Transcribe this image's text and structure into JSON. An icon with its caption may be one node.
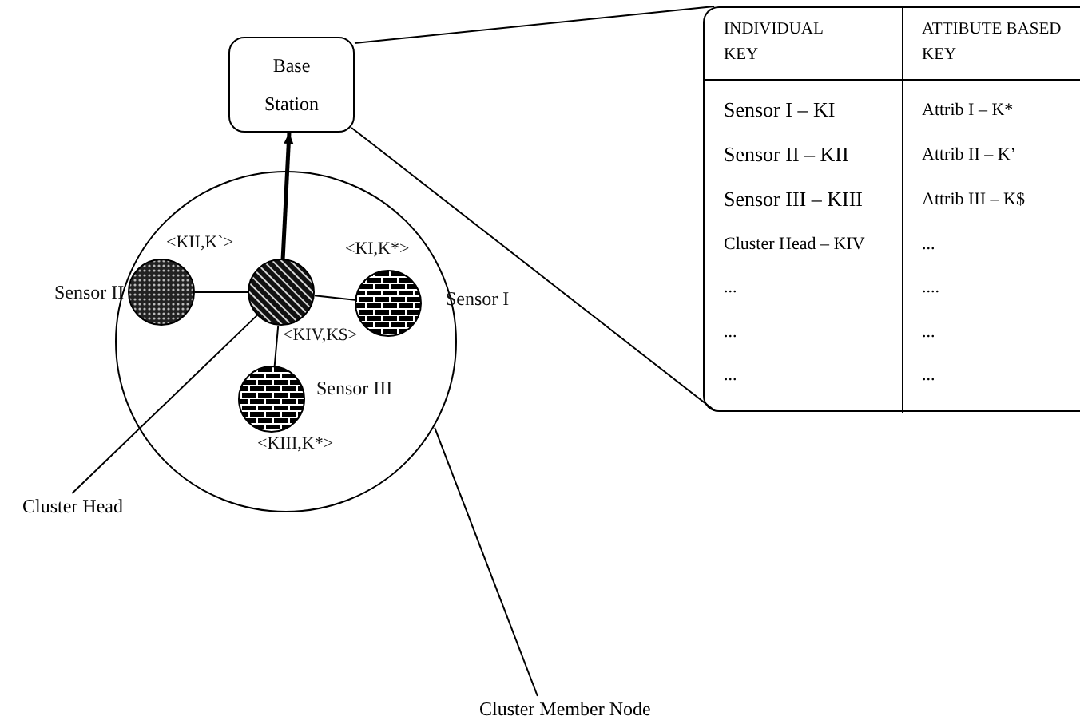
{
  "diagram": {
    "nodes": [
      {
        "text": [
          "Base Station"
        ]
      },
      {
        "text": [],
        "shape": "circle"
      },
      {
        "text": [],
        "shape": "circle",
        "in": 1,
        "beside": [
          "<KII,K`>",
          "Sensor II"
        ]
      },
      {
        "text": [],
        "shape": "circle",
        "in": 1,
        "beside": [
          "<KIV,K$>"
        ]
      },
      {
        "text": [],
        "shape": "circle",
        "in": 1,
        "beside": [
          "<KI,K*>",
          "Sensor I"
        ]
      },
      {
        "text": [],
        "shape": "circle",
        "in": 1,
        "beside": [
          "Sensor III",
          "<KIII,K*>"
        ]
      },
      {
        "text": [
          "Cluster Head"
        ]
      },
      {
        "text": [
          "Cluster Member Node"
        ]
      },
      {
        "text": [],
        "shape": "box"
      }
    ],
    "edges": [
      {
        "from": 3,
        "to": 0,
        "arrow": "to",
        "style": "thick"
      },
      {
        "from": 3,
        "to": 2,
        "arrow": "none"
      },
      {
        "from": 3,
        "to": 4,
        "arrow": "none"
      },
      {
        "from": 3,
        "to": 5,
        "arrow": "none"
      },
      {
        "from": 6,
        "to": 3,
        "arrow": "none"
      },
      {
        "from": 7,
        "to": 1,
        "arrow": "none"
      },
      {
        "from": 0,
        "to": 8,
        "arrow": "none"
      },
      {
        "from": 0,
        "to": 8,
        "arrow": "none"
      }
    ],
    "labels": [
      "INDIVIDUAL KEY",
      "ATTIBUTE BASED KEY",
      "Sensor I – KI",
      "Attrib I – K*",
      "Sensor II – KII",
      "Attrib II – K’",
      "Sensor III – KIII",
      "Attrib III – K$",
      "Cluster Head – KIV",
      "...",
      "...",
      "....",
      "...",
      "...",
      "...",
      "..."
    ]
  }
}
